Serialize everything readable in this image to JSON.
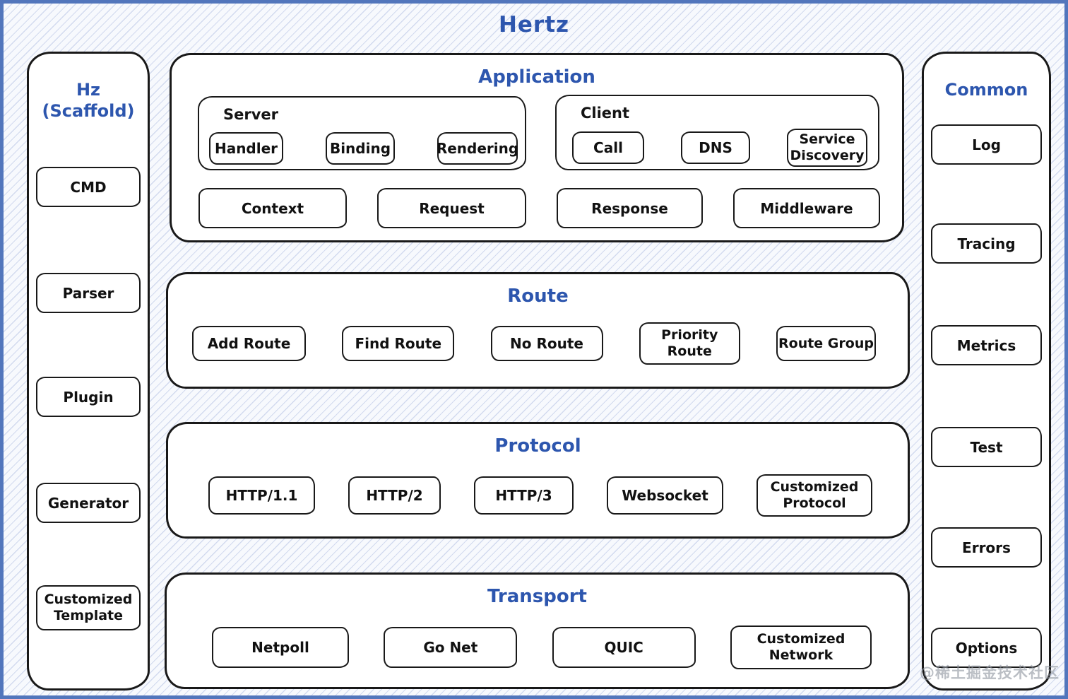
{
  "page": {
    "title": "Hertz",
    "watermark": "@稀土掘金技术社区"
  },
  "colors": {
    "accent_blue": "#2d56ae",
    "ink": "#191919",
    "frame_blue": "#5276bc"
  },
  "left_sidebar": {
    "title": "Hz (Scaffold)",
    "items": [
      "CMD",
      "Parser",
      "Plugin",
      "Generator",
      "Customized Template"
    ]
  },
  "right_sidebar": {
    "title": "Common",
    "items": [
      "Log",
      "Tracing",
      "Metrics",
      "Test",
      "Errors",
      "Options"
    ]
  },
  "application": {
    "title": "Application",
    "server": {
      "label": "Server",
      "items": [
        "Handler",
        "Binding",
        "Rendering"
      ]
    },
    "client": {
      "label": "Client",
      "items": [
        "Call",
        "DNS",
        "Service Discovery"
      ]
    },
    "row": [
      "Context",
      "Request",
      "Response",
      "Middleware"
    ]
  },
  "route": {
    "title": "Route",
    "items": [
      "Add Route",
      "Find Route",
      "No Route",
      "Priority Route",
      "Route Group"
    ]
  },
  "protocol": {
    "title": "Protocol",
    "items": [
      "HTTP/1.1",
      "HTTP/2",
      "HTTP/3",
      "Websocket",
      "Customized Protocol"
    ]
  },
  "transport": {
    "title": "Transport",
    "items": [
      "Netpoll",
      "Go Net",
      "QUIC",
      "Customized Network"
    ]
  }
}
